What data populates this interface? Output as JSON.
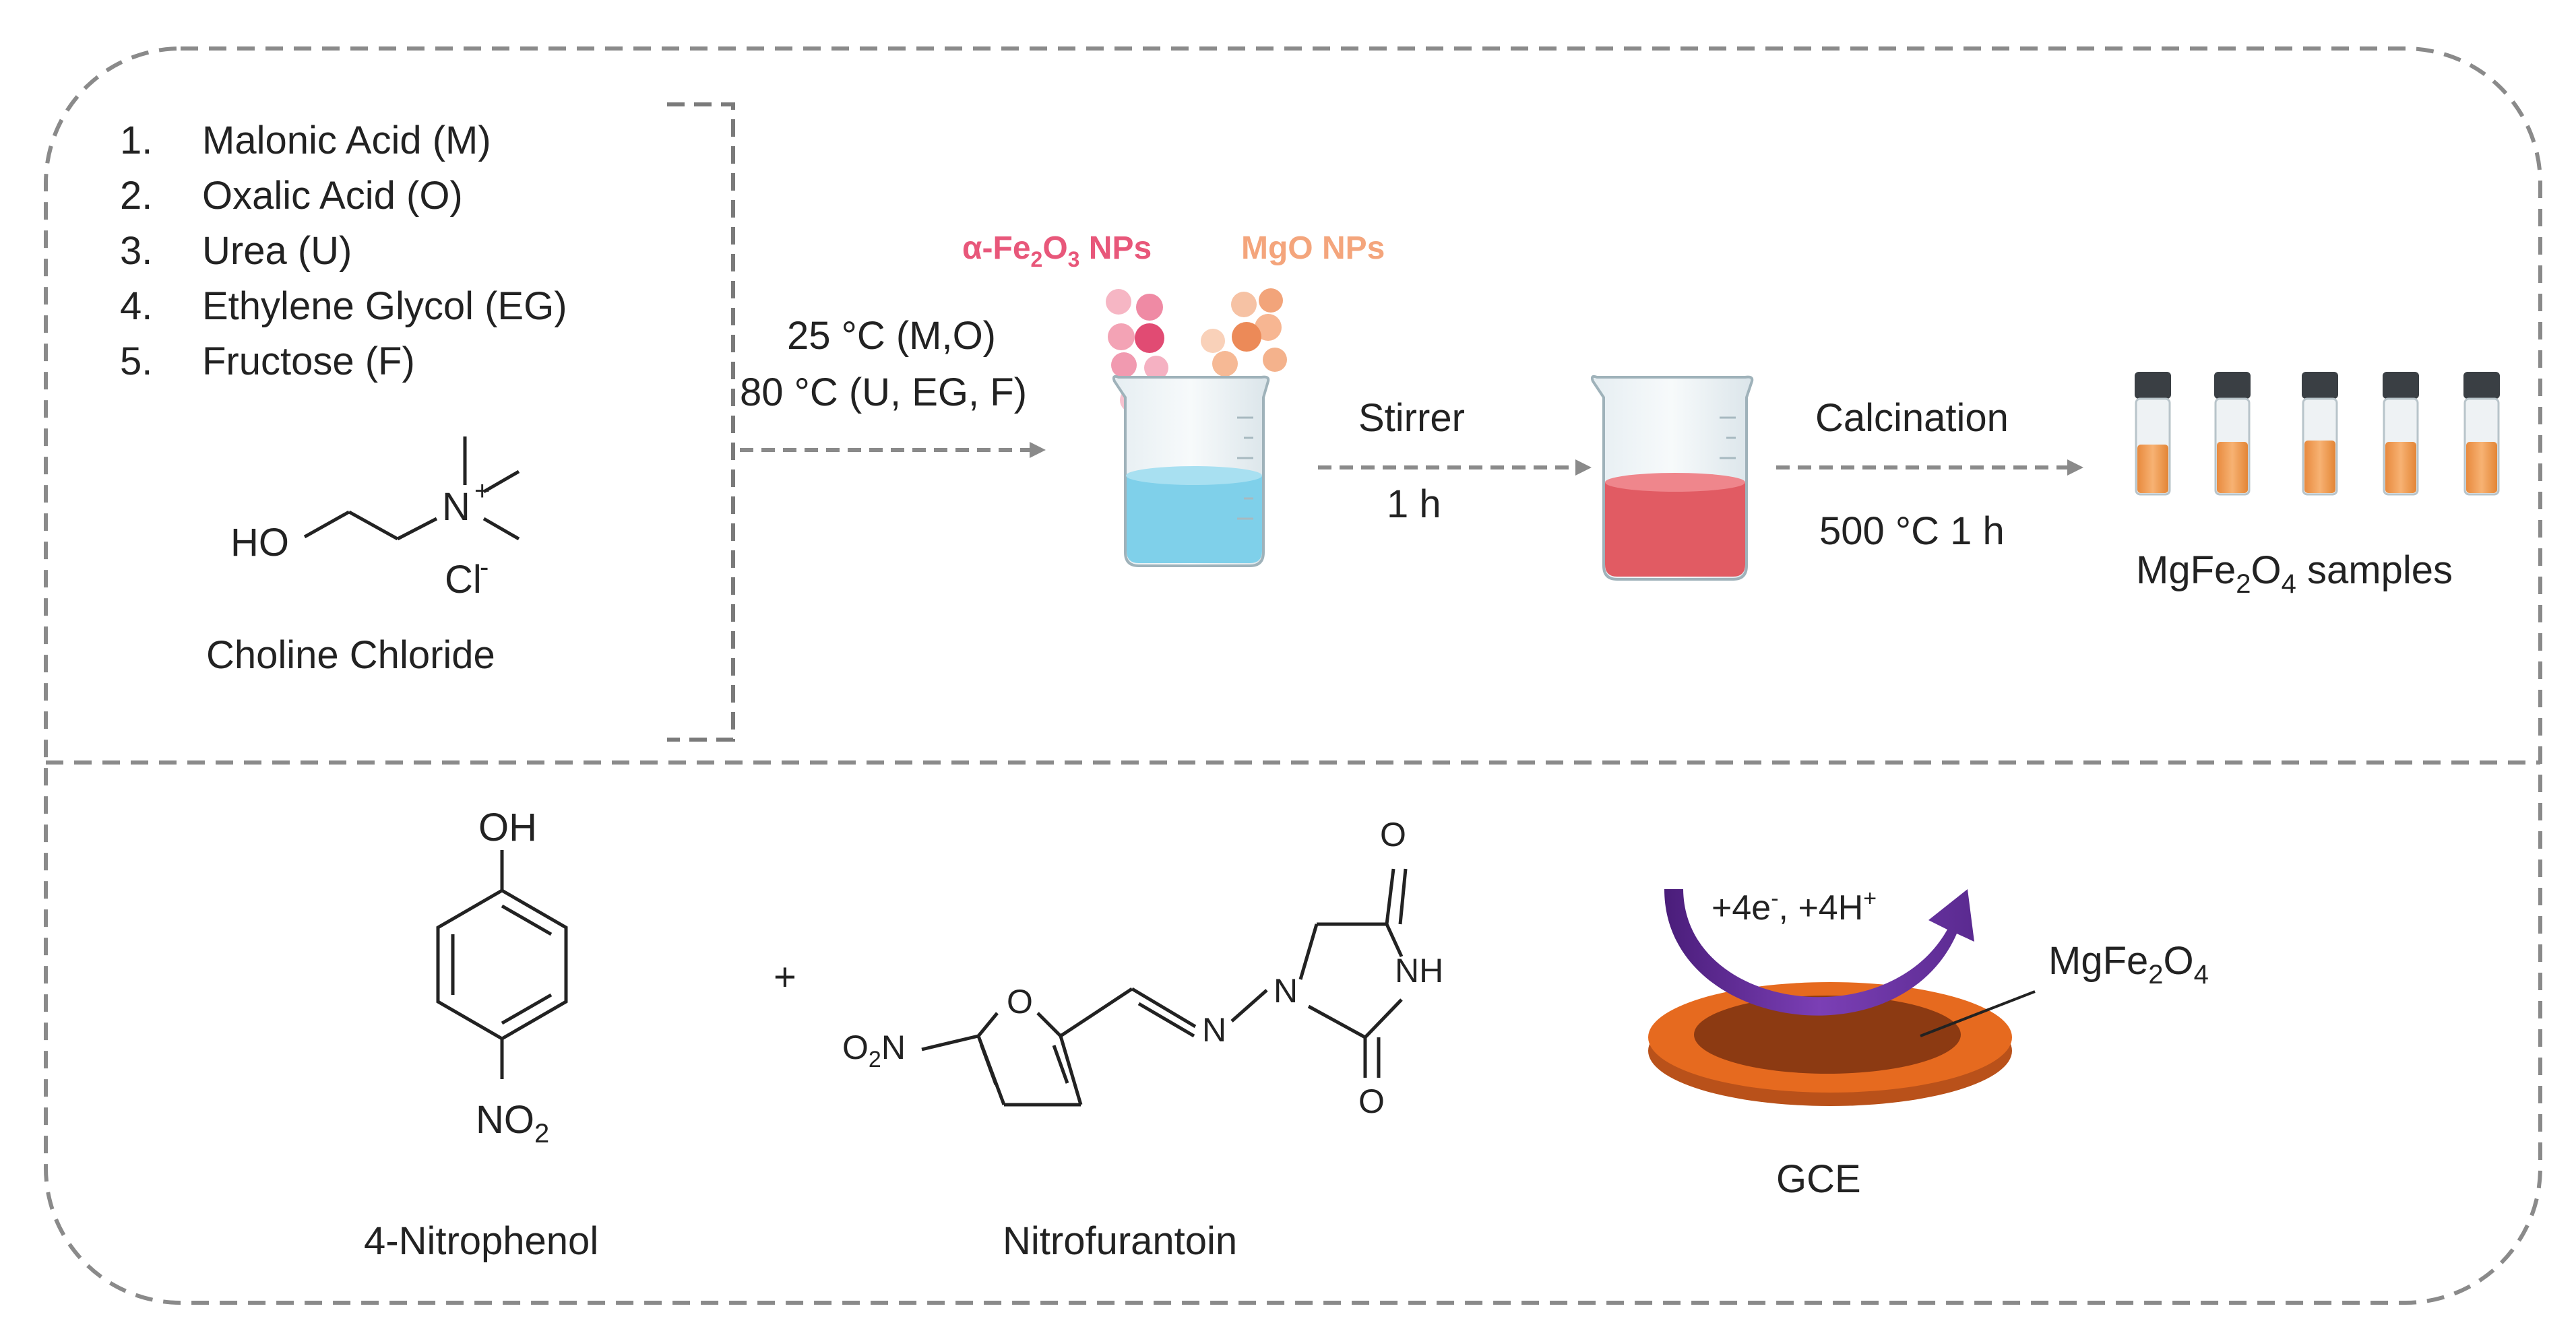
{
  "reagents": [
    {
      "num": "1.",
      "name": "Malonic Acid (M)"
    },
    {
      "num": "2.",
      "name": "Oxalic Acid (O)"
    },
    {
      "num": "3.",
      "name": "Urea (U)"
    },
    {
      "num": "4.",
      "name": "Ethylene Glycol (EG)"
    },
    {
      "num": "5.",
      "name": "Fructose (F)"
    }
  ],
  "choline": {
    "ho": "HO",
    "n": "N",
    "plus": "+",
    "cl": "Cl",
    "cl_charge": "-",
    "name": "Choline Chloride"
  },
  "step1": {
    "line1": "25 °C (M,O)",
    "line2": "80 °C (U, EG, F)"
  },
  "nps": {
    "fe_prefix": "α-Fe",
    "fe_sub1": "2",
    "fe_o": "O",
    "fe_sub2": "3",
    "fe_suffix": " NPs",
    "mgo": "MgO",
    "mgo_suffix": " NPs"
  },
  "step2": {
    "label": "Stirrer",
    "time": "1 h"
  },
  "step3": {
    "label": "Calcination",
    "cond": "500 °C 1 h"
  },
  "product": {
    "prefix": "MgFe",
    "sub1": "2",
    "mid": "O",
    "sub2": "4",
    "suffix": " samples"
  },
  "nitrophenol": {
    "oh": "OH",
    "no": "NO",
    "no_sub": "2",
    "name": "4-Nitrophenol"
  },
  "plus_sign": "+",
  "nitrofurantoin": {
    "o_ring": "O",
    "o2n_o": "O",
    "o2n_sub": "2",
    "o2n_n": "N",
    "n_imine": "N",
    "n_ring": "N",
    "nh": "NH",
    "o_top": "O",
    "o_bottom": "O",
    "name": "Nitrofurantoin"
  },
  "electrode": {
    "reaction_a": "+4e",
    "reaction_a_sup": "-",
    "reaction_b": ", +4H",
    "reaction_b_sup": "+",
    "label_prefix": "MgFe",
    "label_sub1": "2",
    "label_mid": "O",
    "label_sub2": "4",
    "name": "GCE"
  },
  "colors": {
    "fe2o3": "#e8577a",
    "mgo": "#f4a57c",
    "liquid_blue": "#7fd0ea",
    "liquid_red": "#e15b63",
    "vial_fill": "#f4a15a",
    "electrode": "#e66a1f",
    "electrode_core": "#8c3a12",
    "arrow_purple": "#6a2fa0"
  }
}
